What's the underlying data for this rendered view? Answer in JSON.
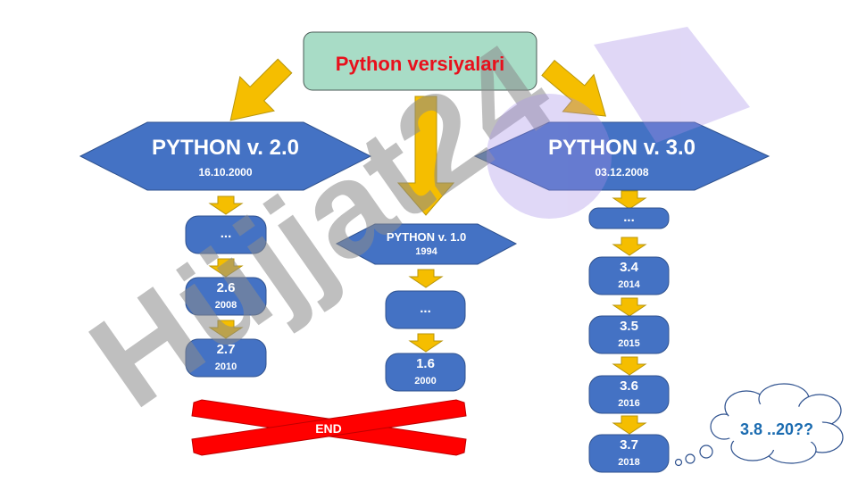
{
  "title": "Python versiyalari",
  "branches": {
    "v2": {
      "name": "PYTHON v. 2.0",
      "date": "16.10.2000"
    },
    "v1": {
      "name": "PYTHON v. 1.0",
      "date": "1994"
    },
    "v3": {
      "name": "PYTHON v. 3.0",
      "date": "03.12.2008"
    }
  },
  "v2_nodes": [
    {
      "label": "...",
      "date": ""
    },
    {
      "label": "2.6",
      "date": "2008"
    },
    {
      "label": "2.7",
      "date": "2010"
    }
  ],
  "v1_nodes": [
    {
      "label": "...",
      "date": ""
    },
    {
      "label": "1.6",
      "date": "2000"
    }
  ],
  "v3_nodes": [
    {
      "label": "...",
      "date": ""
    },
    {
      "label": "3.4",
      "date": "2014"
    },
    {
      "label": "3.5",
      "date": "2015"
    },
    {
      "label": "3.6",
      "date": "2016"
    },
    {
      "label": "3.7",
      "date": "2018"
    }
  ],
  "end_label": "END",
  "cloud_text": "3.8 ..20??",
  "watermark": "Hüjjat24",
  "colors": {
    "title_box": "#a8dcc6",
    "title_text": "#e8101c",
    "shape_fill": "#4472c4",
    "shape_stroke": "#2f528f",
    "arrow_fill": "#f5be00",
    "end_cross": "#ff0000",
    "cloud_text": "#1a6bb0"
  }
}
